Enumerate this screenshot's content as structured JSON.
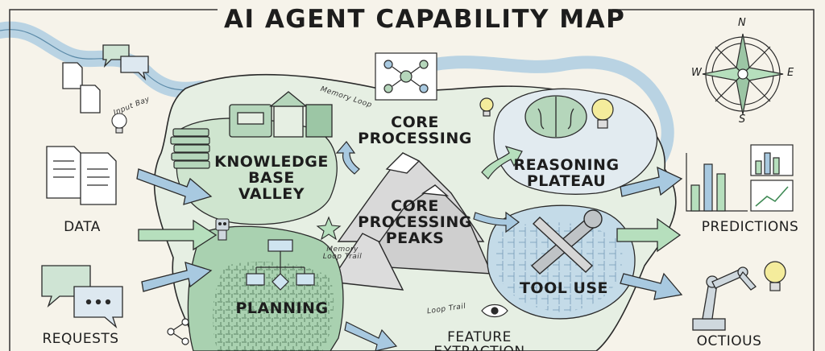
{
  "title": "AI AGENT CAPABILITY MAP",
  "regions": {
    "knowledge_base_valley": "KNOWLEDGE\nBASE\nVALLEY",
    "core_processing": "CORE\nPROCESSING",
    "core_processing_peaks": "CORE\nPROCESSING\nPEAKS",
    "reasoning_plateau": "REASONING\nPLATEAU",
    "planning": "PLANNING",
    "tool_use": "TOOL USE",
    "feature_extraction": "FEATURE\nEXTRACTION"
  },
  "inputs": {
    "data": "DATA",
    "requests": "REQUESTS"
  },
  "outputs": {
    "predictions": "PREDICTIONS",
    "actions": "OCTIOUS"
  },
  "trails": {
    "input_bay": "Input Bay",
    "memory_loop": "Memory Loop",
    "memory_loop_trail": "Memory\nLoop Trail",
    "loop_trail": "Loop Trail"
  },
  "compass": {
    "n": "N",
    "s": "S",
    "e": "E",
    "w": "W"
  },
  "colors": {
    "river": "#b9d3e3",
    "land": "#cfe5cf",
    "forest": "#a9d1b0",
    "mountain": "#d9d9d9",
    "ink": "#2a2a2a",
    "arrow_green": "#b6dfbd",
    "arrow_blue": "#a8c9e0"
  }
}
